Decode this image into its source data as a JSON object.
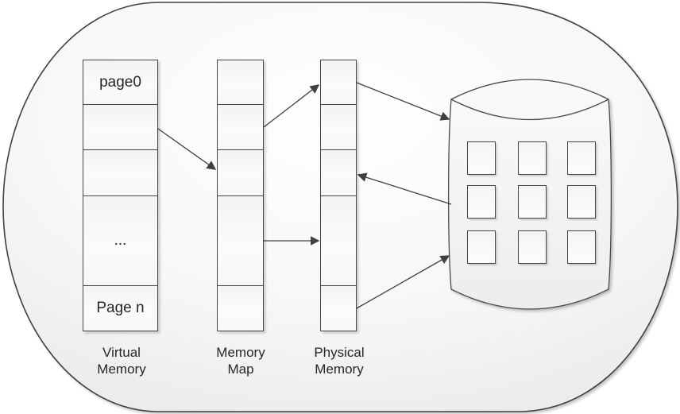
{
  "columns": [
    {
      "name": "virtual-memory",
      "label": [
        "Virtual",
        "Memory"
      ],
      "cells": [
        "page0",
        "",
        "",
        "...",
        "Page n"
      ]
    },
    {
      "name": "memory-map",
      "label": [
        "Memory",
        "Map"
      ],
      "cells": [
        "",
        "",
        "",
        "",
        ""
      ]
    },
    {
      "name": "physical-memory",
      "label": [
        "Physical",
        "Memory"
      ],
      "cells": [
        "",
        "",
        "",
        "",
        ""
      ]
    }
  ],
  "disk": {
    "name": "disk-storage",
    "block_count": 9
  },
  "colors": {
    "boundary_stroke": "#404040",
    "shape_stroke": "#464646",
    "arrow": "#404040",
    "text": "#262626",
    "cell_fill_top": "#f3f3f3",
    "cell_fill_bottom": "#fbfbfb",
    "background_center": "#ffffff",
    "background_edge": "#ececec"
  }
}
